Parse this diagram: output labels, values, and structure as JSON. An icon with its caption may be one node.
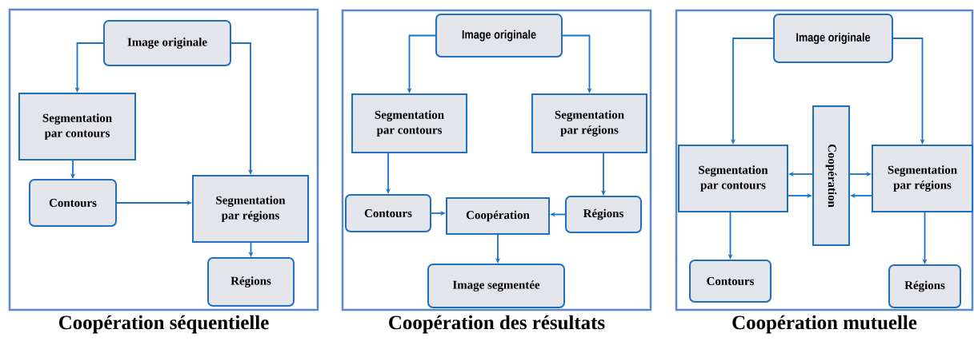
{
  "diagram": {
    "nodes": [
      {
        "text": [
          "Coopération séquentielle"
        ]
      },
      {
        "text": [
          "Image originale"
        ],
        "in": 0
      },
      {
        "text": [
          "Segmentation par contours"
        ],
        "in": 0
      },
      {
        "text": [
          "Contours"
        ],
        "in": 0
      },
      {
        "text": [
          "Segmentation par régions"
        ],
        "in": 0
      },
      {
        "text": [
          "Régions"
        ],
        "in": 0
      },
      {
        "text": [
          "Coopération des résultats"
        ]
      },
      {
        "text": [
          "Image originale"
        ],
        "in": 6
      },
      {
        "text": [
          "Segmentation par contours"
        ],
        "in": 6
      },
      {
        "text": [
          "Segmentation par régions"
        ],
        "in": 6
      },
      {
        "text": [
          "Contours"
        ],
        "in": 6
      },
      {
        "text": [
          "Coopération"
        ],
        "in": 6
      },
      {
        "text": [
          "Régions"
        ],
        "in": 6
      },
      {
        "text": [
          "Image segmentée"
        ],
        "in": 6
      },
      {
        "text": [
          "Coopération  mutuelle"
        ]
      },
      {
        "text": [
          "Image originale"
        ],
        "in": 14
      },
      {
        "text": [
          "Segmentation par contours"
        ],
        "in": 14
      },
      {
        "text": [
          "Coopération"
        ],
        "in": 14
      },
      {
        "text": [
          "Segmentation par régions"
        ],
        "in": 14
      },
      {
        "text": [
          "Contours"
        ],
        "in": 14
      },
      {
        "text": [
          "Régions"
        ],
        "in": 14
      }
    ],
    "edges": [
      {
        "from": 1,
        "to": 2,
        "arrow": "to"
      },
      {
        "from": 1,
        "to": 4,
        "arrow": "to"
      },
      {
        "from": 2,
        "to": 3,
        "arrow": "to"
      },
      {
        "from": 3,
        "to": 4,
        "arrow": "to"
      },
      {
        "from": 4,
        "to": 5,
        "arrow": "to"
      },
      {
        "from": 7,
        "to": 8,
        "arrow": "to"
      },
      {
        "from": 7,
        "to": 9,
        "arrow": "to"
      },
      {
        "from": 8,
        "to": 10,
        "arrow": "to"
      },
      {
        "from": 9,
        "to": 12,
        "arrow": "to"
      },
      {
        "from": 10,
        "to": 11,
        "arrow": "to"
      },
      {
        "from": 12,
        "to": 11,
        "arrow": "to"
      },
      {
        "from": 11,
        "to": 13,
        "arrow": "to"
      },
      {
        "from": 15,
        "to": 16,
        "arrow": "to"
      },
      {
        "from": 15,
        "to": 18,
        "arrow": "to"
      },
      {
        "from": 17,
        "to": 16,
        "arrow": "to"
      },
      {
        "from": 16,
        "to": 17,
        "arrow": "to"
      },
      {
        "from": 17,
        "to": 18,
        "arrow": "to"
      },
      {
        "from": 18,
        "to": 17,
        "arrow": "to"
      },
      {
        "from": 16,
        "to": 19,
        "arrow": "to"
      },
      {
        "from": 18,
        "to": 20,
        "arrow": "to"
      }
    ]
  }
}
